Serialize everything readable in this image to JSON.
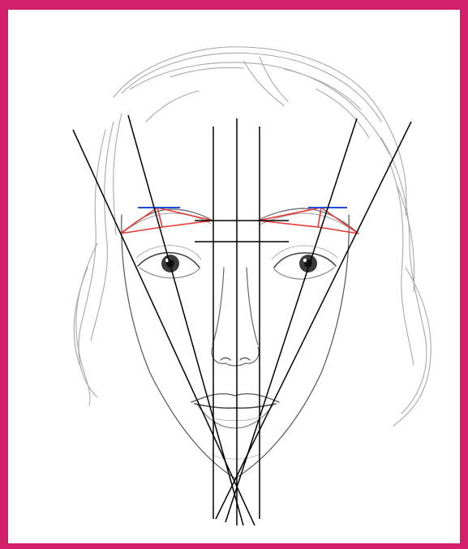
{
  "colors": {
    "frame": "#d21f6a",
    "panel": "#ffffff",
    "guide_lines": "#000000",
    "brow_triangles": "#e53935",
    "brow_arch_markers": "#1e4fd8",
    "sketch": "#8a8a8a"
  },
  "figure": {
    "subject": "pencil-sketch-face",
    "guides": [
      "eyebrow-start-lines",
      "eyebrow-arch-lines",
      "eyebrow-end-lines",
      "vertical-center-lines",
      "brow-level-markers"
    ]
  }
}
